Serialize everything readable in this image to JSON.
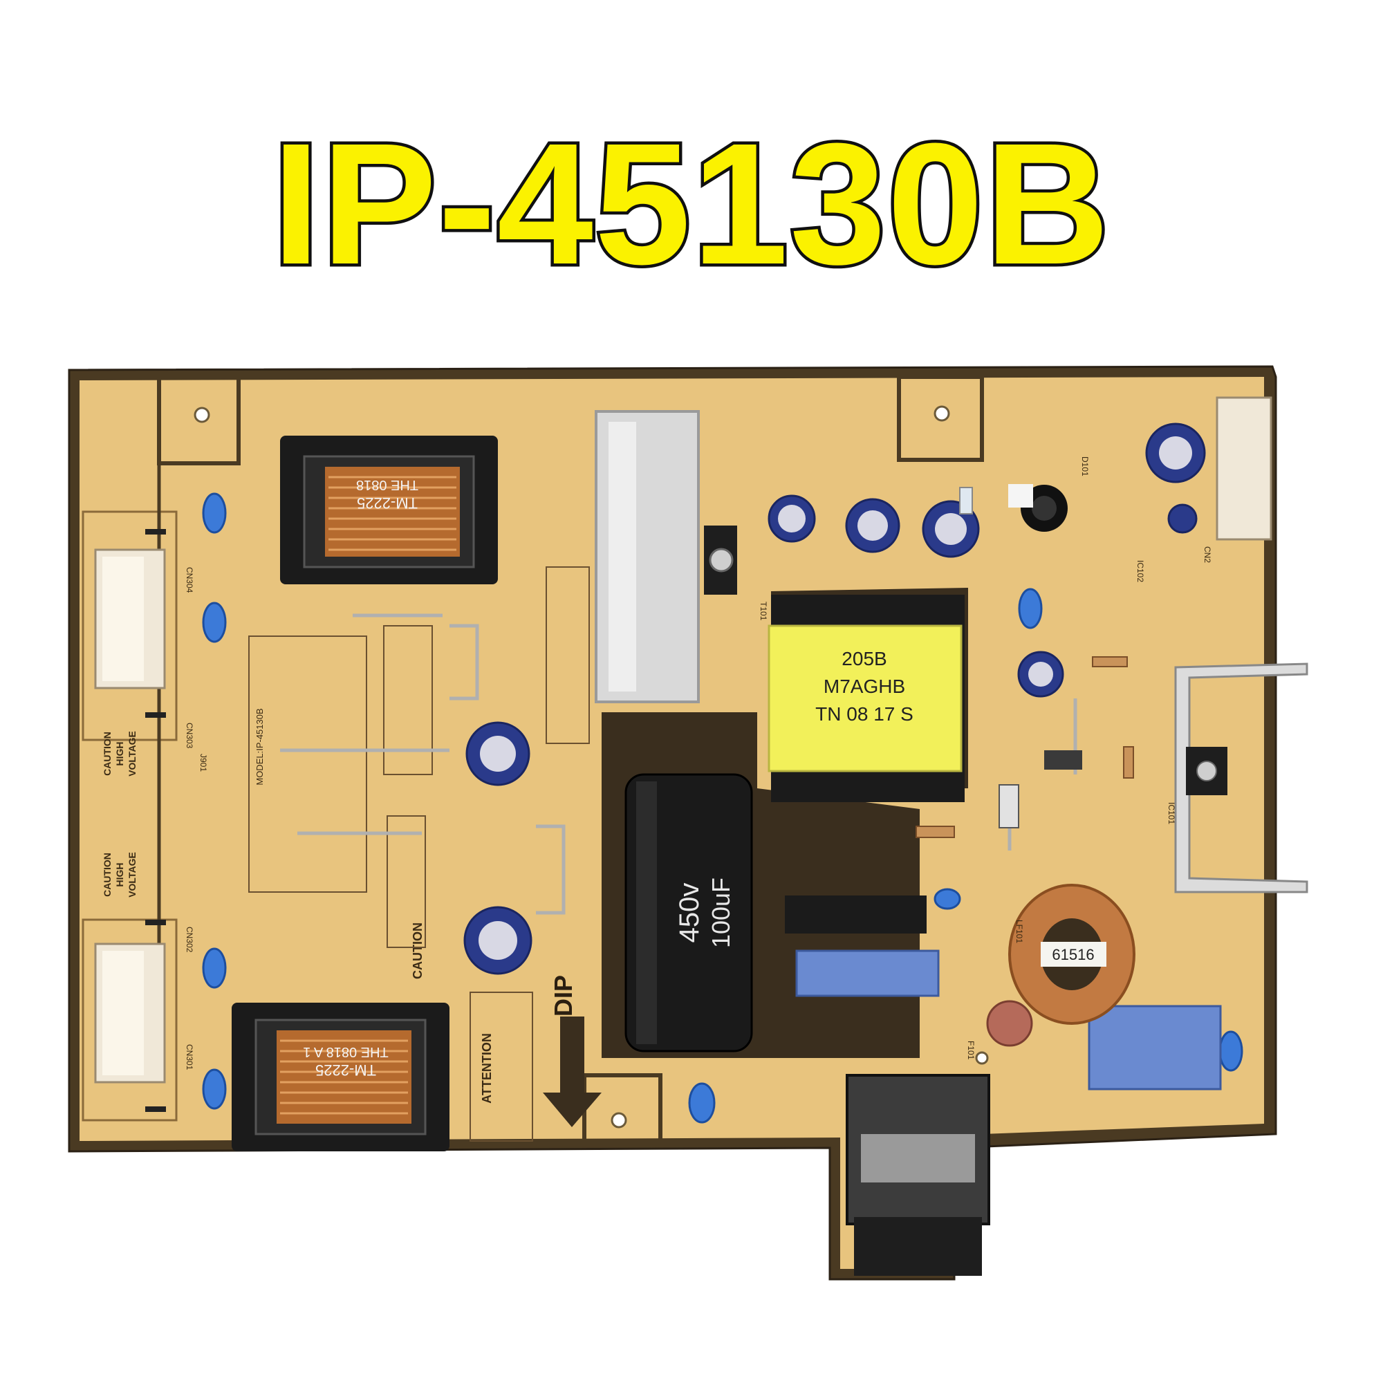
{
  "title": "IP-45130B",
  "colors": {
    "title_fill": "#fbf200",
    "title_outline": "#101010",
    "board": "#e8c47e",
    "board_edge": "#4a3a22",
    "heatsink": "#d9d9d9"
  },
  "board": {
    "transformer_main": {
      "l1": "205B",
      "l2": "M7AGHB",
      "l3": "TN 08 17 S"
    },
    "transformer_top": {
      "l1": "TM-2225",
      "l2": "THE 0818"
    },
    "transformer_bottom": {
      "l1": "TM-2225",
      "l2": "THE 0818 A 1"
    },
    "capacitor_bulk": {
      "rating": "450v",
      "cap": "100uF"
    },
    "caution": "CAUTION",
    "attention": "ATTENTION",
    "dip": "DIP",
    "hv": [
      "CAUTION",
      "HIGH",
      "VOLTAGE"
    ],
    "model_text": "MODEL:IP-45130B",
    "choke_label": "61516",
    "connectors": [
      "CN304",
      "CN303",
      "CN302",
      "CN301",
      "CN2",
      "T101",
      "LF101",
      "F101",
      "D101",
      "IC101",
      "IC102",
      "J901"
    ]
  }
}
